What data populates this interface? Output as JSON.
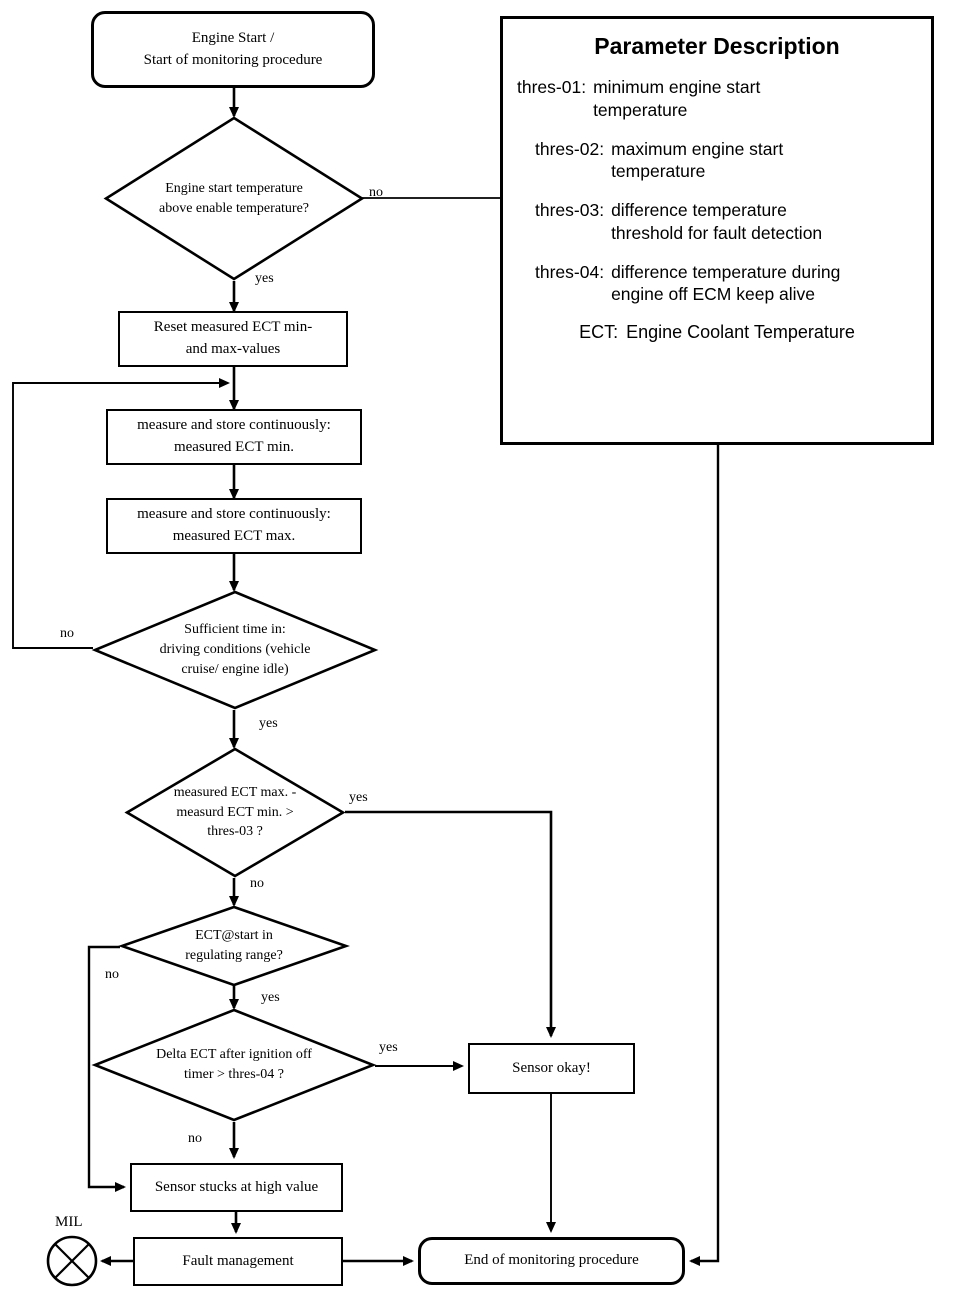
{
  "diagram": {
    "title": "ECT sensor rationality monitoring flowchart",
    "nodes": {
      "start": "Engine Start /\nStart of monitoring procedure",
      "d_enable": "Engine start temperature\nabove enable temperature?",
      "reset": "Reset measured ECT min-\nand max-values",
      "meas_min": "measure and store continuously:\nmeasured ECT min.",
      "meas_max": "measure and store continuously:\nmeasured ECT max.",
      "d_time": "Sufficient time in:\ndriving conditions (vehicle\ncruise/ engine idle)",
      "d_delta": "measured  ECT max. -\nmeasurd ECT min. >\nthres-03 ?",
      "d_regrange": "ECT@start in\nregulating range?",
      "d_ignoff": "Delta ECT after ignition off\ntimer > thres-04 ?",
      "sensor_ok": "Sensor okay!",
      "sensor_stuck": "Sensor stucks at high value",
      "fault_mgmt": "Fault management",
      "end": "End of monitoring procedure",
      "mil": "MIL"
    },
    "edge_labels": {
      "enable_no": "no",
      "enable_yes": "yes",
      "time_no": "no",
      "time_yes": "yes",
      "delta_yes": "yes",
      "delta_no": "no",
      "regrange_no": "no",
      "regrange_yes": "yes",
      "ignoff_yes": "yes",
      "ignoff_no": "no"
    },
    "colors": {
      "stroke": "#000000",
      "fill": "#ffffff",
      "text": "#000000"
    }
  },
  "parameters": {
    "title": "Parameter Description",
    "rows": [
      {
        "key": "thres-01:",
        "value": "minimum engine start\n        temperature"
      },
      {
        "key": "thres-02:",
        "value": "maximum engine start\n       temperature"
      },
      {
        "key": "thres-03:",
        "value": "difference temperature\n      threshold for fault detection"
      },
      {
        "key": "thres-04:",
        "value": "difference temperature during\n      engine off ECM keep alive"
      }
    ],
    "ect": {
      "key": "ECT:",
      "value": "Engine Coolant Temperature"
    }
  }
}
